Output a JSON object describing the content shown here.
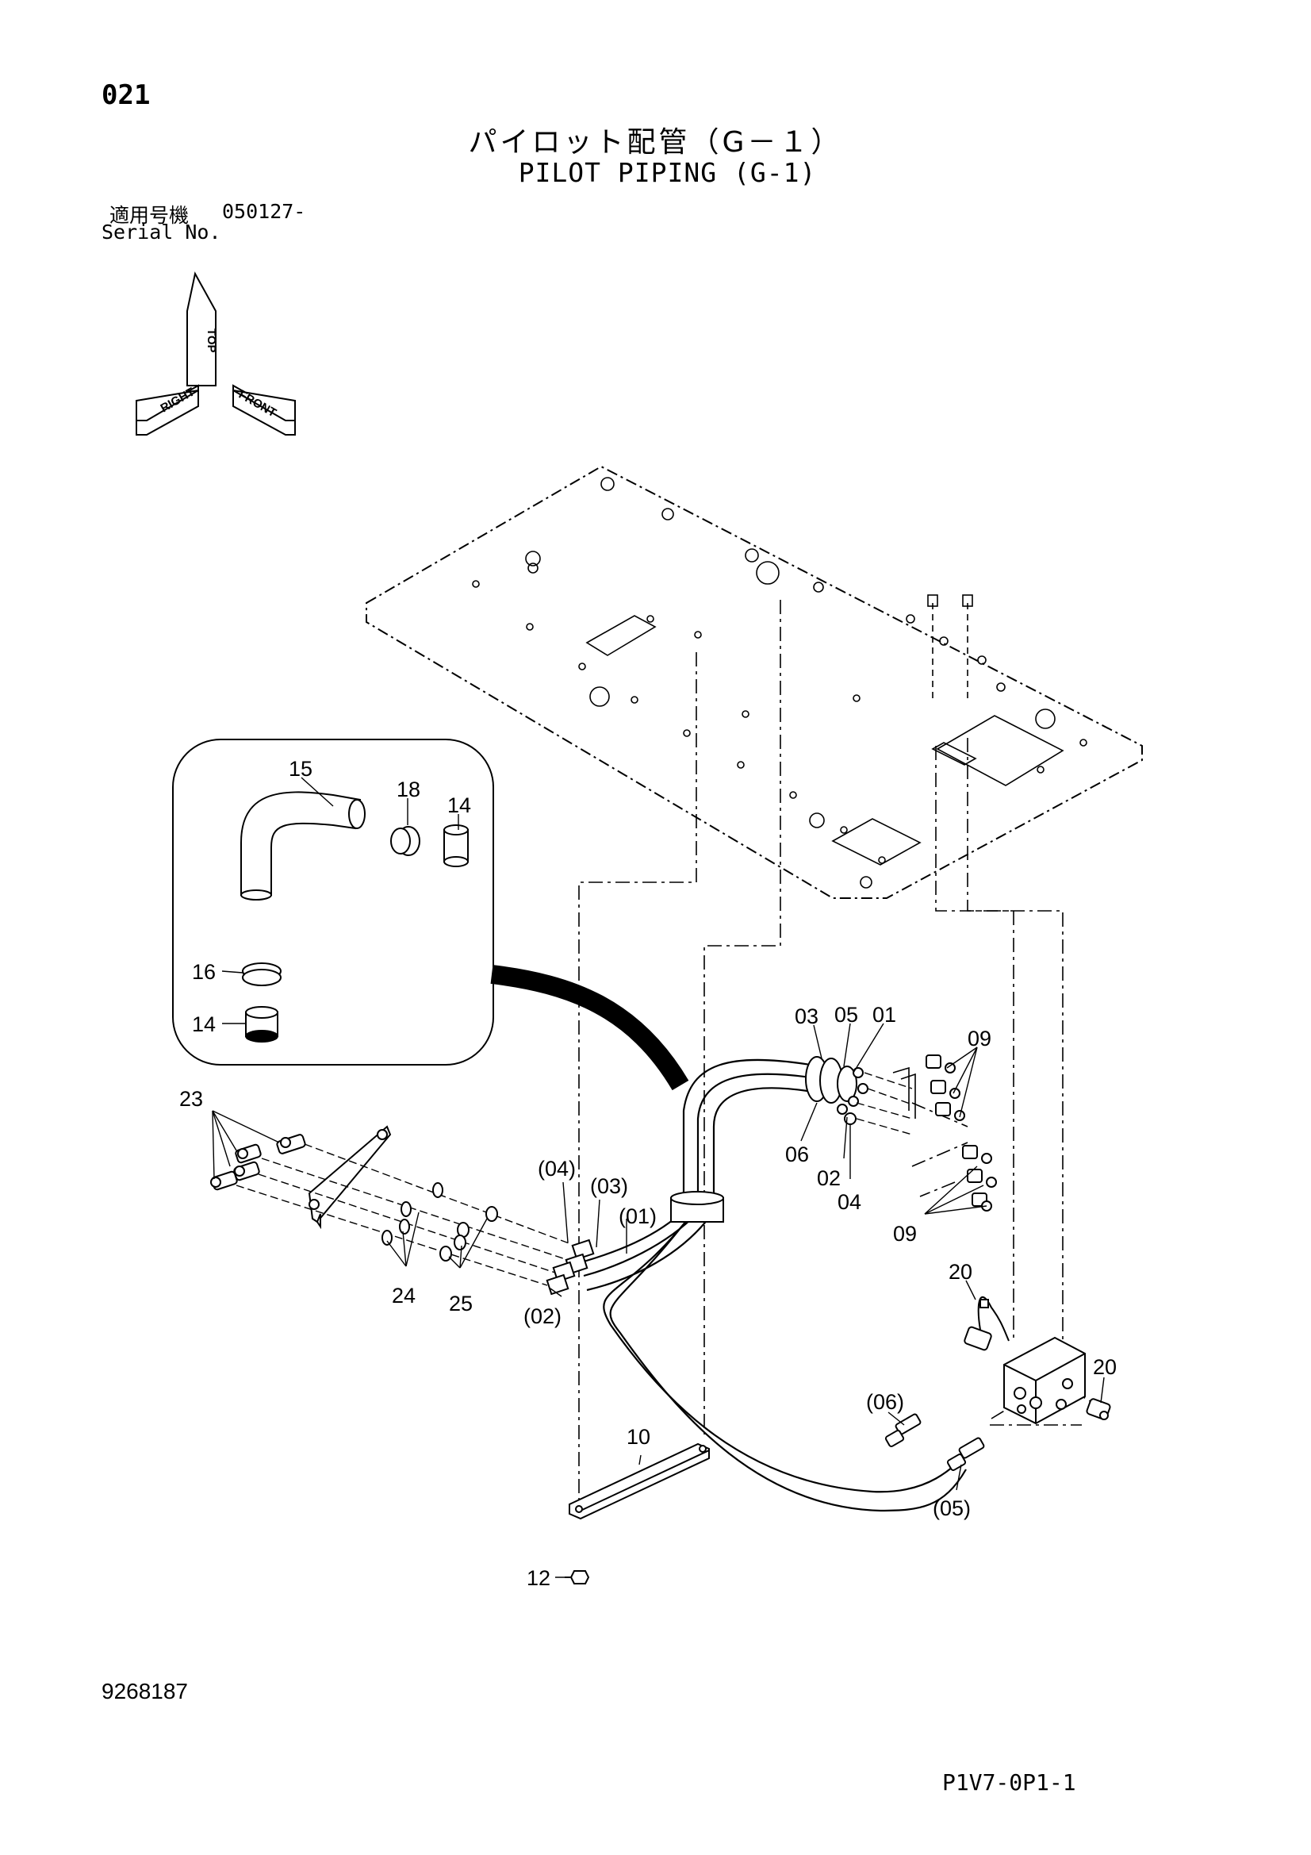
{
  "header": {
    "page_number": "021",
    "title_ja": "パイロット配管（G－１）",
    "title_en": "PILOT PIPING (G-1)",
    "serial_label_ja": "適用号機",
    "serial_code": "050127-",
    "serial_label_en": "Serial No."
  },
  "orientation": {
    "top": "TOP",
    "right": "RIGHT",
    "front": "FRONT"
  },
  "callouts": {
    "c15": "15",
    "c18": "18",
    "c14a": "14",
    "c16": "16",
    "c14b": "14",
    "c03": "03",
    "c05": "05",
    "c01": "01",
    "c09a": "09",
    "c06": "06",
    "c02": "02",
    "c04": "04",
    "c09b": "09",
    "c23": "23",
    "c04p": "(04)",
    "c03p": "(03)",
    "c01p": "(01)",
    "c24": "24",
    "c25": "25",
    "c02p": "(02)",
    "c20a": "20",
    "c20b": "20",
    "c06p": "(06)",
    "c10": "10",
    "c05p": "(05)",
    "c12": "12"
  },
  "footer": {
    "doc_number": "9268187",
    "page_code": "P1V7-0P1-1"
  }
}
